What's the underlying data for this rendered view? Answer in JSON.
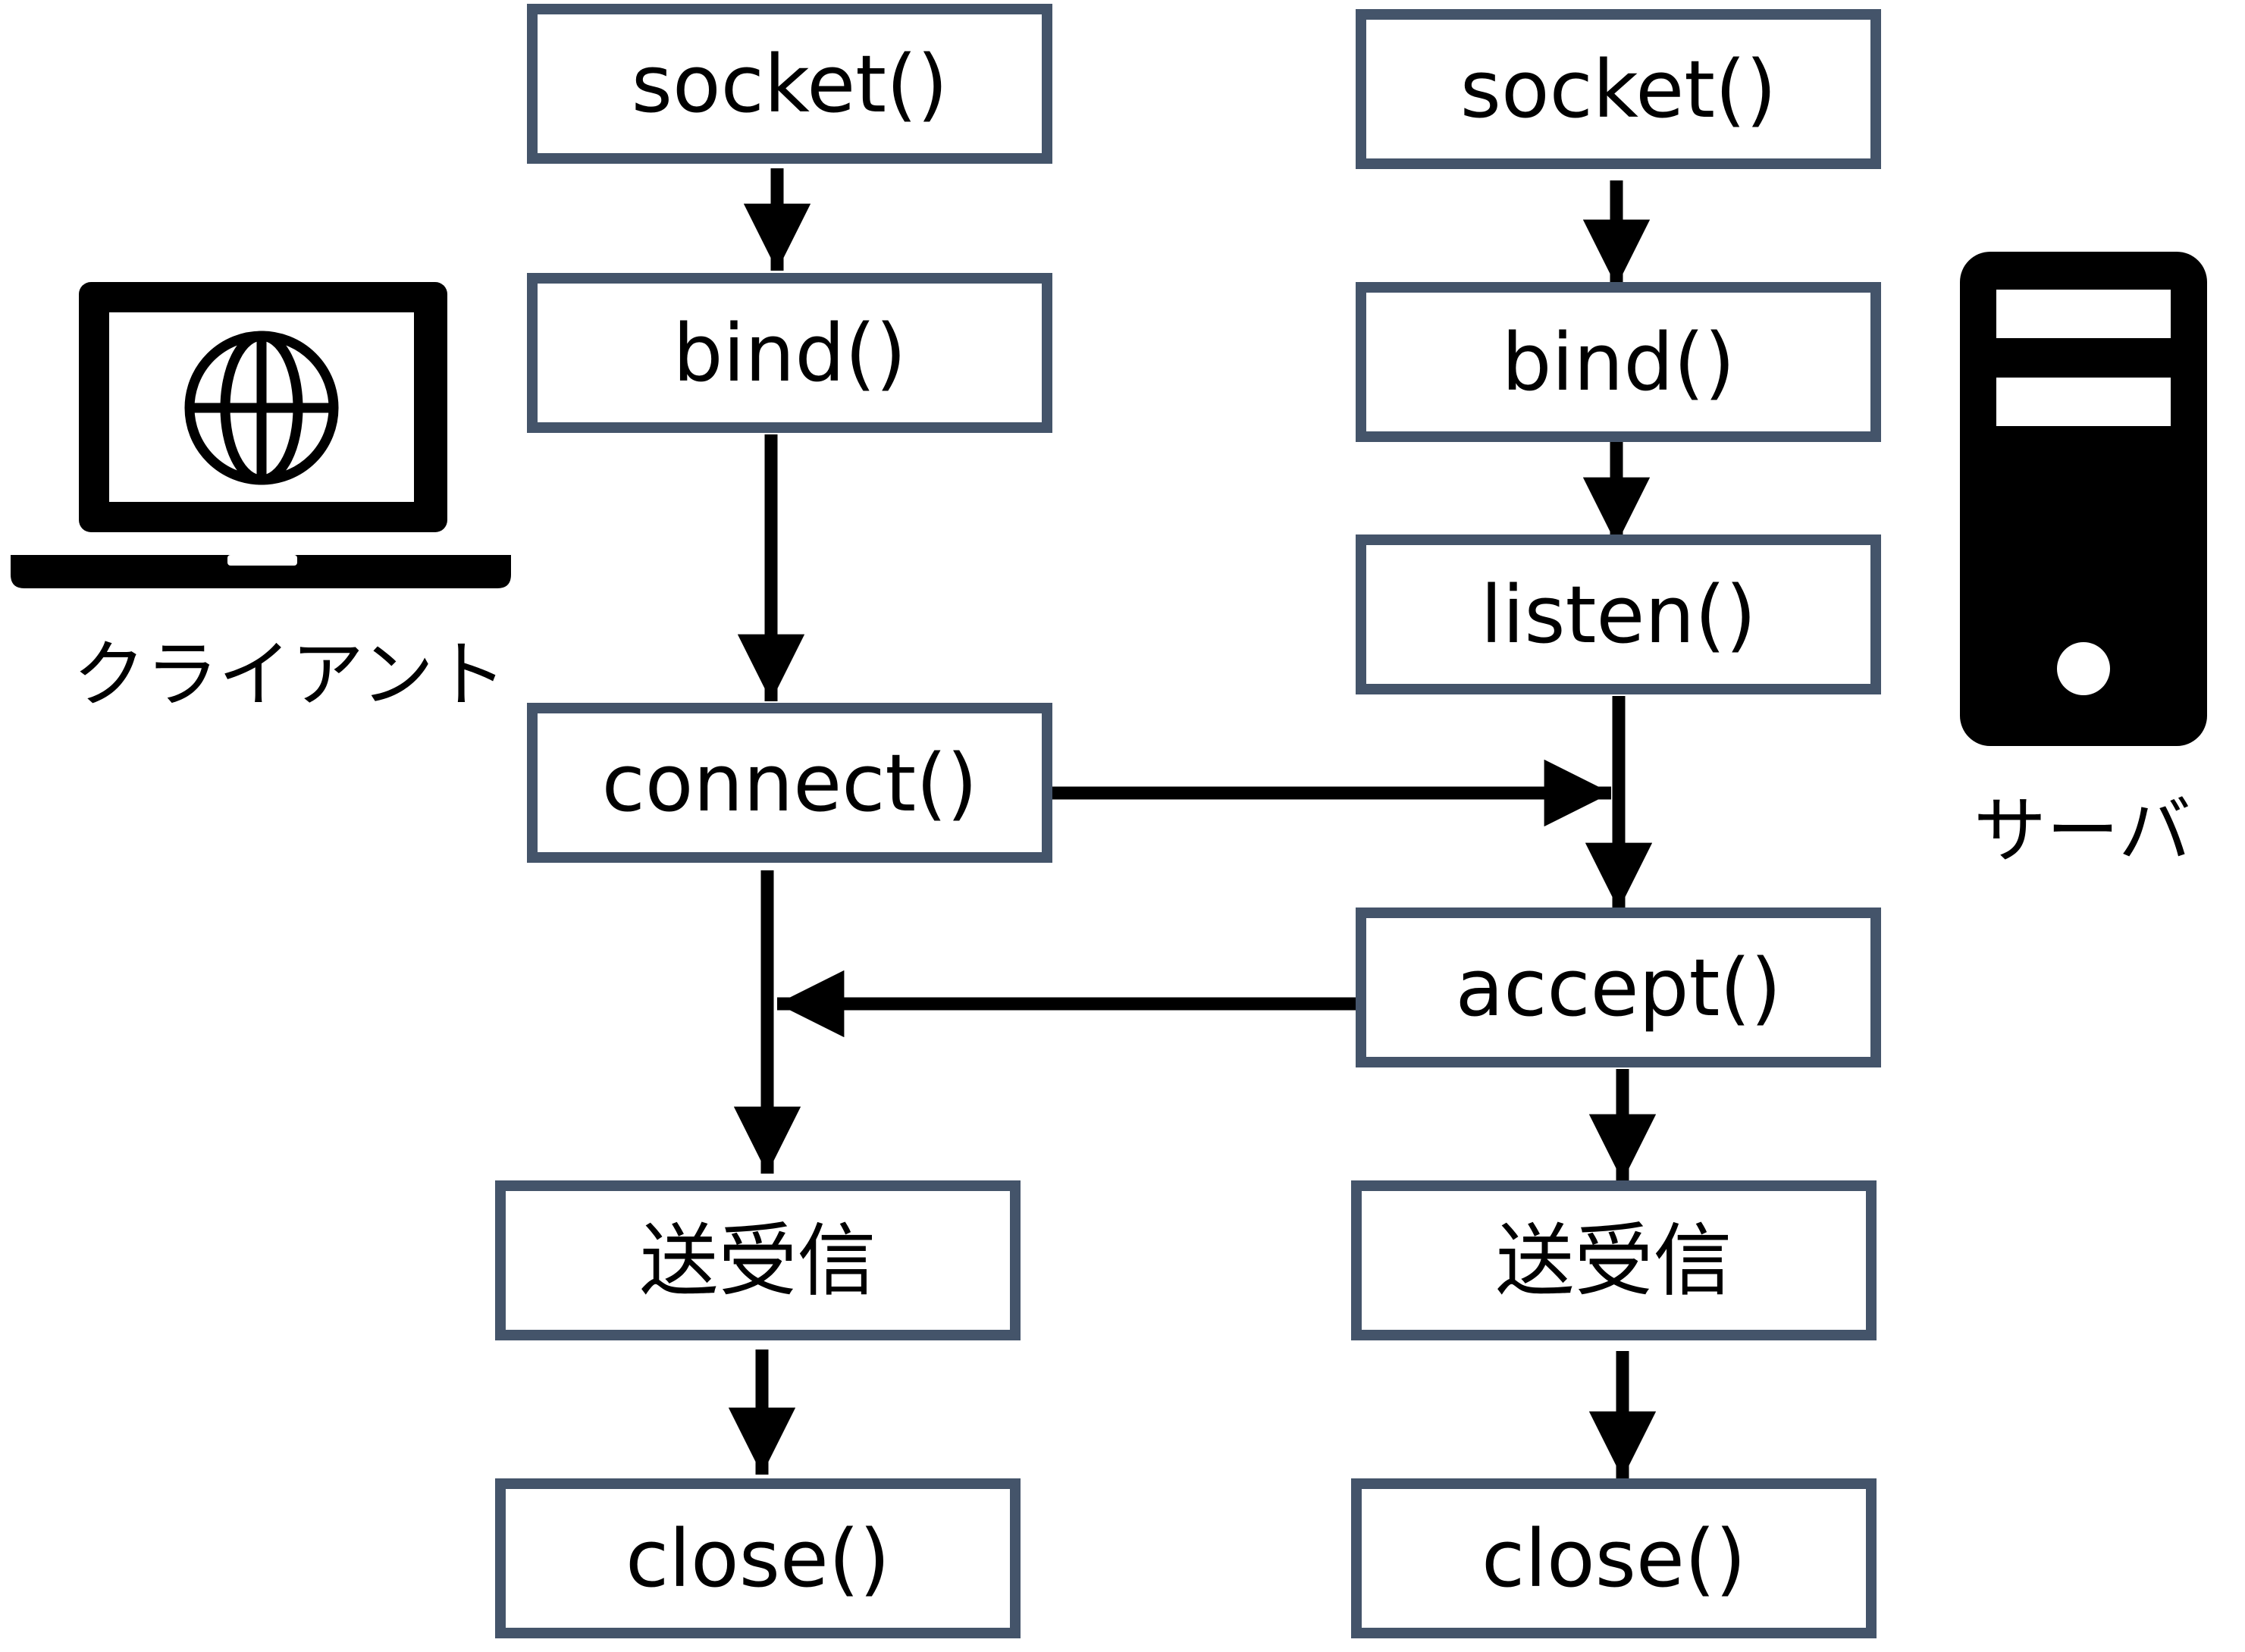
{
  "client": {
    "label": "クライアント",
    "icon": "laptop-globe-icon",
    "steps": {
      "socket": "socket()",
      "bind": "bind()",
      "connect": "connect()",
      "transfer": "送受信",
      "close": "close()"
    }
  },
  "server": {
    "label": "サーバ",
    "icon": "server-tower-icon",
    "steps": {
      "socket": "socket()",
      "bind": "bind()",
      "listen": "listen()",
      "accept": "accept()",
      "transfer": "送受信",
      "close": "close()"
    }
  },
  "colors": {
    "box_border": "#44546a",
    "arrow": "#000000",
    "text": "#000000"
  }
}
